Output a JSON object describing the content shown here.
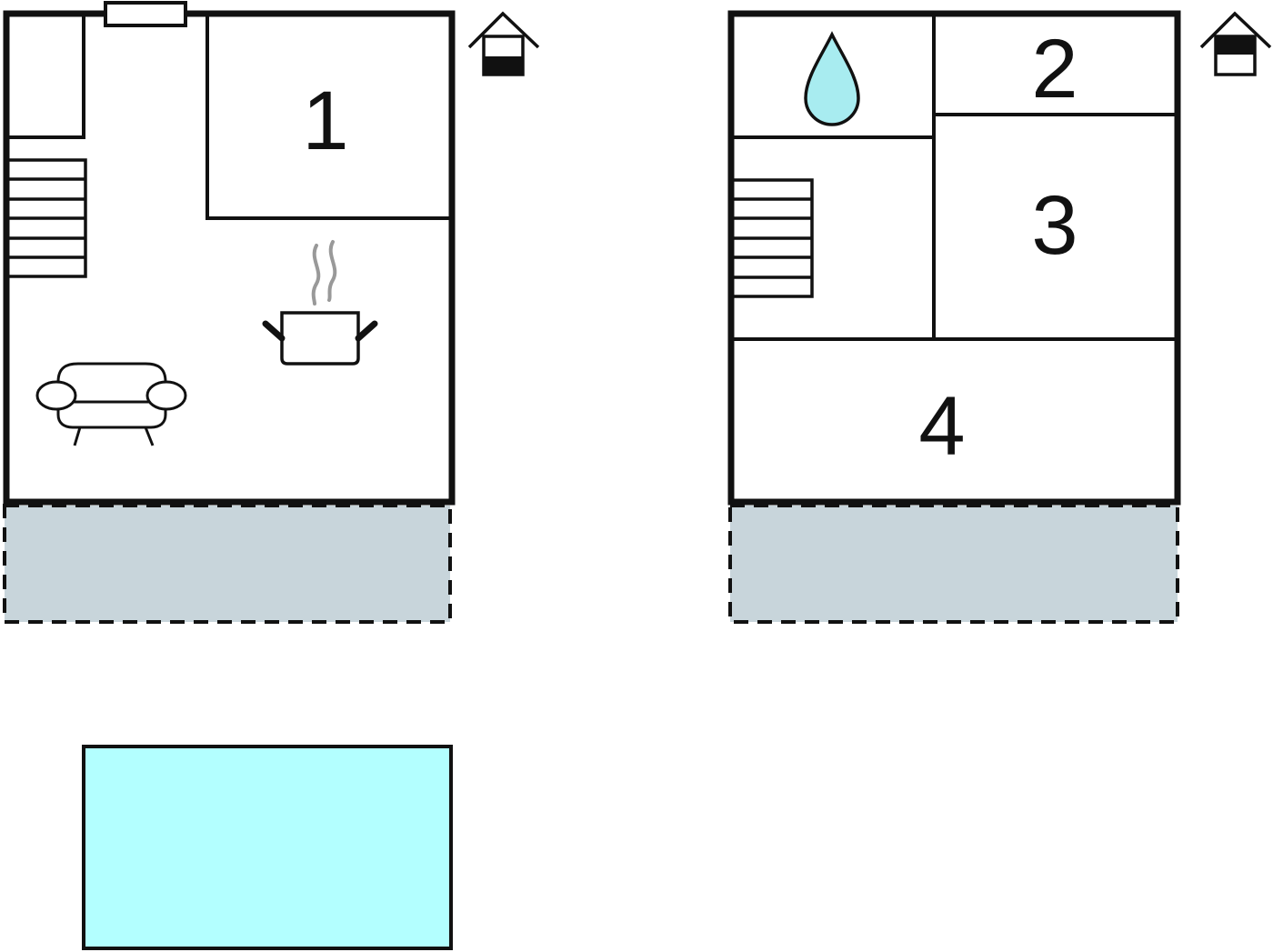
{
  "floors": [
    {
      "id": "ground-floor",
      "level_icon": "house-ground-floor-icon",
      "rooms": [
        {
          "id": "bedroom-1",
          "label": "1"
        }
      ],
      "symbols": [
        "fireplace-icon",
        "staircase-icon",
        "kitchen-pot-icon",
        "sofa-icon"
      ],
      "terrace": "covered-terrace"
    },
    {
      "id": "upper-floor",
      "level_icon": "house-upper-floor-icon",
      "rooms": [
        {
          "id": "bedroom-2",
          "label": "2"
        },
        {
          "id": "bedroom-3",
          "label": "3"
        },
        {
          "id": "bedroom-4",
          "label": "4"
        }
      ],
      "symbols": [
        "bathroom-water-drop-icon",
        "staircase-icon"
      ],
      "terrace": "covered-terrace"
    }
  ],
  "pool": {
    "name": "swimming-pool"
  },
  "colors": {
    "wall": "#111111",
    "terrace_fill": "#c8d5db",
    "pool_fill": "#b3ffff",
    "water_drop": "#a8ecf0",
    "steam": "#999999"
  }
}
